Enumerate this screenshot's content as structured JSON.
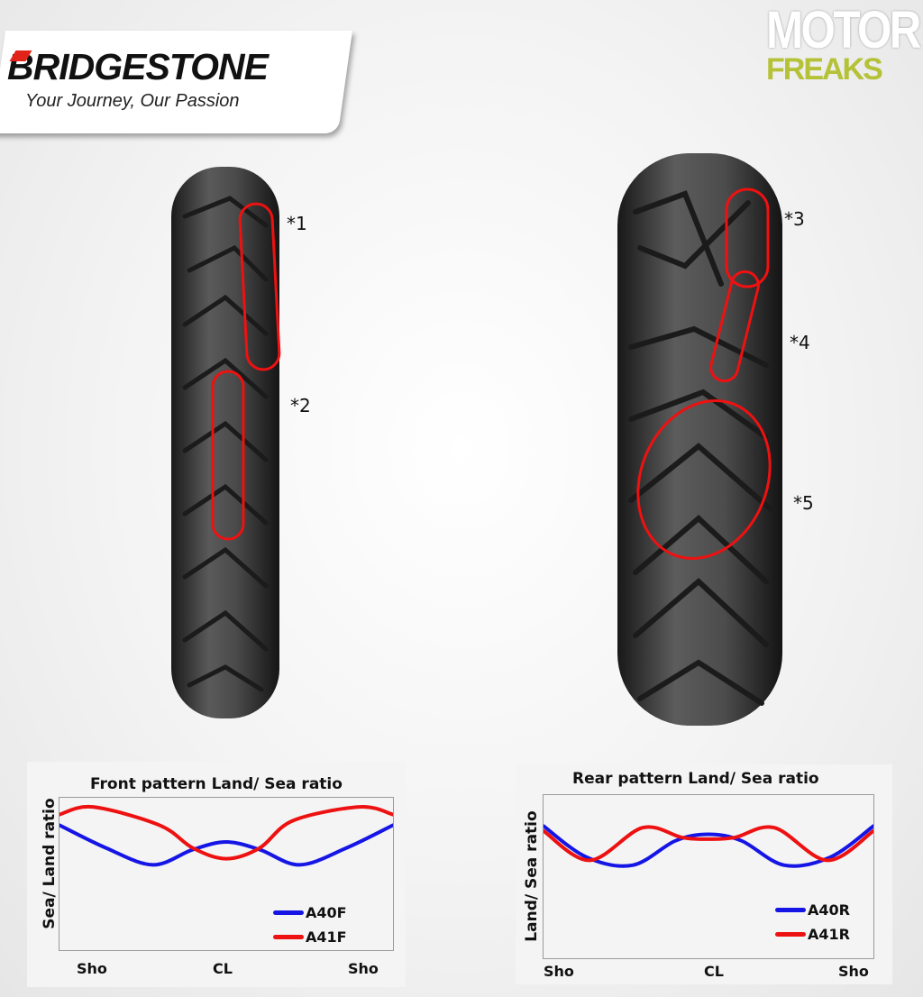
{
  "brand": {
    "name": "BRIDGESTONE",
    "tagline": "Your Journey, Our Passion",
    "accent": "#e2231a"
  },
  "callouts": [
    "*1",
    "*2",
    "*3",
    "*4",
    "*5"
  ],
  "watermark": {
    "line1": "MOTOR",
    "line2": "FREAKS"
  },
  "chart_data": [
    {
      "type": "line",
      "title": "Front pattern Land/ Sea ratio",
      "xlabel": "",
      "ylabel": "Sea/ Land ratio",
      "x_ticks": [
        {
          "x": 0.1,
          "label": "Sho"
        },
        {
          "x": 0.5,
          "label": "CL"
        },
        {
          "x": 0.9,
          "label": "Sho"
        }
      ],
      "xlim": [
        0,
        1
      ],
      "ylim": [
        0,
        1
      ],
      "grid": false,
      "legend": "bottom-right",
      "series": [
        {
          "name": "A40F",
          "color": "#1515e6",
          "x": [
            0,
            0.14,
            0.28,
            0.4,
            0.5,
            0.6,
            0.72,
            0.86,
            1
          ],
          "y": [
            0.82,
            0.67,
            0.56,
            0.66,
            0.71,
            0.66,
            0.56,
            0.67,
            0.82
          ]
        },
        {
          "name": "A41F",
          "color": "#ee1111",
          "x": [
            0,
            0.1,
            0.3,
            0.4,
            0.5,
            0.6,
            0.7,
            0.9,
            1
          ],
          "y": [
            0.89,
            0.94,
            0.82,
            0.67,
            0.6,
            0.67,
            0.85,
            0.94,
            0.89
          ]
        }
      ]
    },
    {
      "type": "line",
      "title": "Rear pattern Land/ Sea ratio",
      "xlabel": "",
      "ylabel": "Land/ Sea ratio",
      "x_ticks": [
        {
          "x": 0.05,
          "label": "Sho"
        },
        {
          "x": 0.52,
          "label": "CL"
        },
        {
          "x": 0.95,
          "label": "Sho"
        }
      ],
      "xlim": [
        0,
        1
      ],
      "ylim": [
        0,
        1
      ],
      "grid": false,
      "legend": "bottom-right",
      "series": [
        {
          "name": "A40R",
          "color": "#1515e6",
          "x": [
            0,
            0.13,
            0.27,
            0.4,
            0.5,
            0.6,
            0.73,
            0.87,
            1
          ],
          "y": [
            0.81,
            0.62,
            0.57,
            0.72,
            0.76,
            0.72,
            0.57,
            0.62,
            0.81
          ]
        },
        {
          "name": "A41R",
          "color": "#ee1111",
          "x": [
            0,
            0.14,
            0.3,
            0.42,
            0.5,
            0.58,
            0.7,
            0.86,
            1
          ],
          "y": [
            0.78,
            0.6,
            0.8,
            0.74,
            0.73,
            0.74,
            0.8,
            0.6,
            0.78
          ]
        }
      ]
    }
  ]
}
